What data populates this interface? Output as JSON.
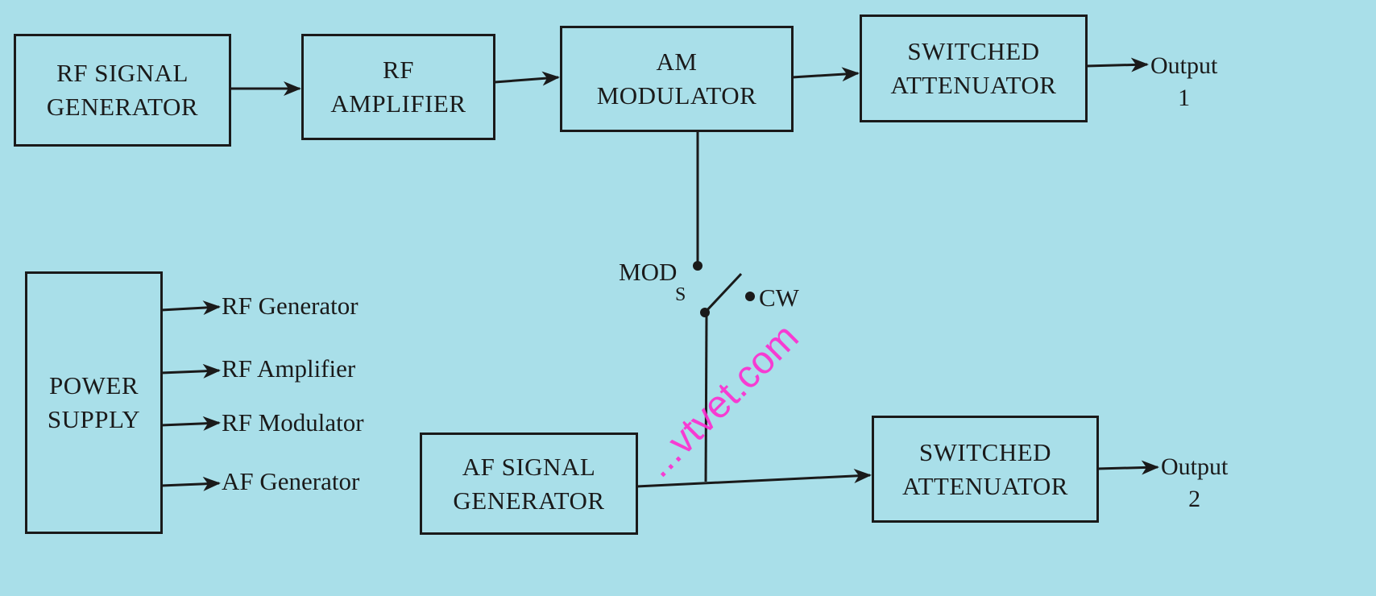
{
  "blocks": {
    "rf_signal_generator": [
      "RF SIGNAL",
      "GENERATOR"
    ],
    "rf_amplifier": [
      "RF",
      "AMPLIFIER"
    ],
    "am_modulator": [
      "AM",
      "MODULATOR"
    ],
    "switched_attenuator_1": [
      "SWITCHED",
      "ATTENUATOR"
    ],
    "power_supply": [
      "POWER",
      "SUPPLY"
    ],
    "af_signal_generator": [
      "AF SIGNAL",
      "GENERATOR"
    ],
    "switched_attenuator_2": [
      "SWITCHED",
      "ATTENUATOR"
    ]
  },
  "outputs": {
    "output_1": [
      "Output",
      "1"
    ],
    "output_2": [
      "Output",
      "2"
    ]
  },
  "power_supply_outputs": [
    "RF Generator",
    "RF Amplifier",
    "RF Modulator",
    "AF Generator"
  ],
  "switch": {
    "mod_label": "MOD",
    "s_label": "S",
    "cw_label": "CW"
  },
  "watermark": "...vtvet.com"
}
